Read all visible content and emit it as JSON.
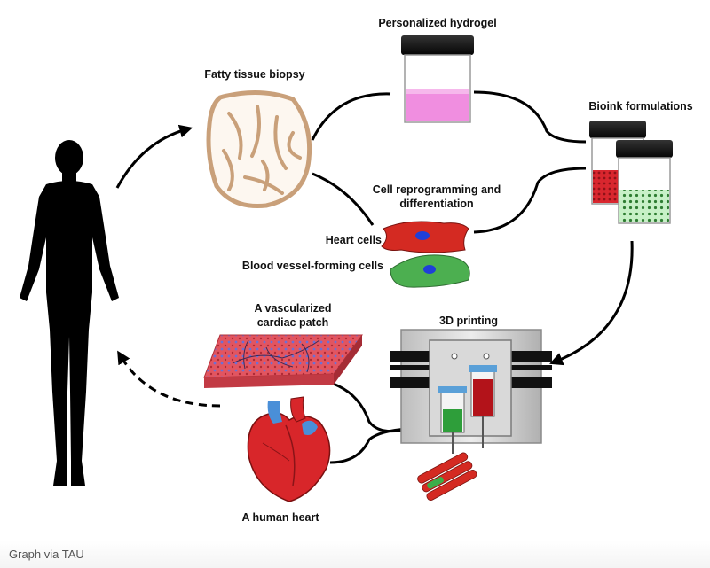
{
  "labels": {
    "personalized_hydrogel": "Personalized hydrogel",
    "fatty_tissue_biopsy": "Fatty tissue biopsy",
    "bioink_formulations": "Bioink formulations",
    "cell_reprogramming_line1": "Cell reprogramming and",
    "cell_reprogramming_line2": "differentiation",
    "heart_cells": "Heart cells",
    "blood_vessel_cells": "Blood vessel-forming cells",
    "vascularized_patch_line1": "A vascularized",
    "vascularized_patch_line2": "cardiac patch",
    "printing_3d": "3D printing",
    "human_heart": "A human heart"
  },
  "caption": "Graph via TAU",
  "colors": {
    "hydrogel_fill": "#f08ee0",
    "bioink_red": "#d9262e",
    "bioink_green": "#9be29b",
    "heart_cell": "#d42a22",
    "vessel_cell": "#4caf50",
    "nucleus": "#1f3fd8",
    "tissue": "#c9a07a",
    "patch": "#e0505a",
    "heart_red": "#d8262a",
    "heart_blue": "#4a8fd8",
    "silhouette": "#000000"
  }
}
